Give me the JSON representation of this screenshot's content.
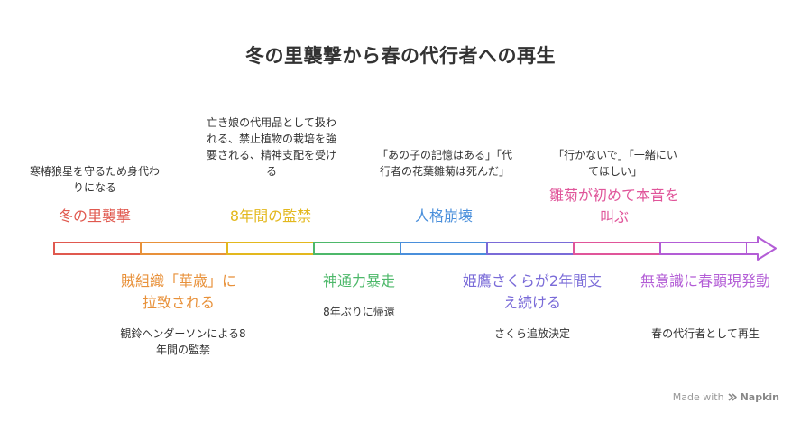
{
  "title": "冬の里襲撃から春の代行者への再生",
  "events": [
    {
      "label": "冬の里襲撃",
      "description": "寒椿狼星を守るため身代わりになる",
      "position": "top",
      "color": "#E0594F"
    },
    {
      "label": "賊組織「華歳」に拉致される",
      "description": "観鈴ヘンダーソンによる8年間の監禁",
      "position": "bottom",
      "color": "#E8913A"
    },
    {
      "label": "8年間の監禁",
      "description": "亡き娘の代用品として扱われる、禁止植物の栽培を強要される、精神支配を受ける",
      "position": "top",
      "color": "#E3B81E"
    },
    {
      "label": "神通力暴走",
      "description": "8年ぶりに帰還",
      "position": "bottom",
      "color": "#4DB86A"
    },
    {
      "label": "人格崩壊",
      "description": "「あの子の記憶はある」「代行者の花葉雛菊は死んだ」",
      "position": "top",
      "color": "#4A8FDB"
    },
    {
      "label": "姫鷹さくらが2年間支え続ける",
      "description": "さくら追放決定",
      "position": "bottom",
      "color": "#7A6BD8"
    },
    {
      "label": "雛菊が初めて本音を叫ぶ",
      "description": "「行かないで」「一緒にいてほしい」",
      "position": "top",
      "color": "#E0559A"
    },
    {
      "label": "無意識に春顕現発動",
      "description": "春の代行者として再生",
      "position": "bottom",
      "color": "#B35DD6"
    }
  ],
  "footer": {
    "made_with": "Made with",
    "brand": "Napkin"
  }
}
